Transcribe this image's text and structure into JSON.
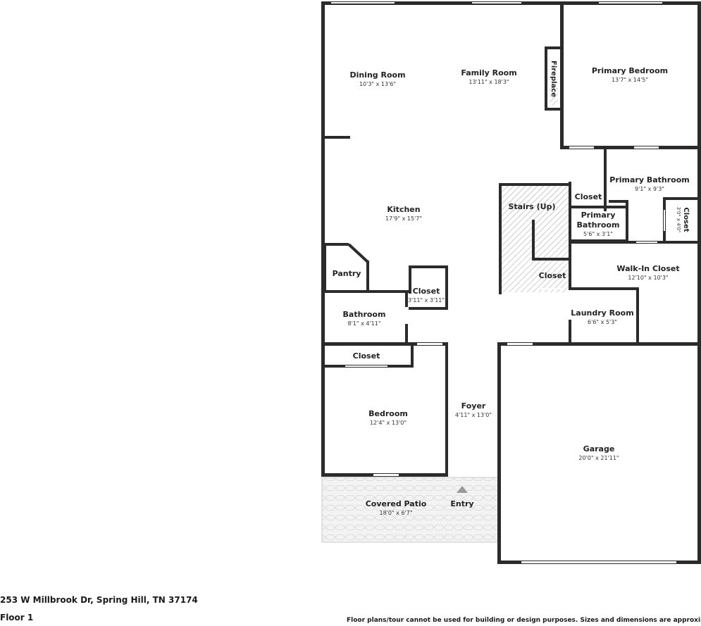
{
  "rooms": {
    "dining_room": {
      "name": "Dining Room",
      "dim": "10'3\" x 13'6\""
    },
    "family_room": {
      "name": "Family Room",
      "dim": "13'11\" x 18'3\""
    },
    "fireplace": {
      "name": "Fireplace"
    },
    "primary_bedroom": {
      "name": "Primary Bedroom",
      "dim": "13'7\" x 14'5\""
    },
    "primary_bathroom": {
      "name": "Primary Bathroom",
      "dim": "9'1\" x 9'3\""
    },
    "closet_top": {
      "name": "Closet"
    },
    "closet_right": {
      "name": "Closet",
      "dim": "3'0\" x 4'0\""
    },
    "primary_bathroom_small": {
      "name_line1": "Primary",
      "name_line2": "Bathroom",
      "dim": "5'6\" x 3'1\""
    },
    "stairs": {
      "name": "Stairs (Up)"
    },
    "closet_stairs": {
      "name": "Closet"
    },
    "walk_in_closet": {
      "name": "Walk-In Closet",
      "dim": "12'10\" x 10'3\""
    },
    "kitchen": {
      "name": "Kitchen",
      "dim": "17'9\" x 15'7\""
    },
    "pantry": {
      "name": "Pantry"
    },
    "closet_kitchen": {
      "name": "Closet",
      "dim": "3'11\" x 3'11\""
    },
    "bathroom": {
      "name": "Bathroom",
      "dim": "8'1\" x 4'11\""
    },
    "laundry_room": {
      "name": "Laundry Room",
      "dim": "6'6\" x 5'3\""
    },
    "closet_bedroom": {
      "name": "Closet"
    },
    "bedroom": {
      "name": "Bedroom",
      "dim": "12'4\" x 13'0\""
    },
    "foyer": {
      "name": "Foyer",
      "dim": "4'11\" x 13'0\""
    },
    "garage": {
      "name": "Garage",
      "dim": "20'0\" x 21'11\""
    },
    "covered_patio": {
      "name": "Covered Patio",
      "dim": "18'0\" x 6'7\""
    },
    "entry": {
      "name": "Entry"
    }
  },
  "footer": {
    "address": "253 W Millbrook Dr, Spring Hill, TN 37174",
    "floor": "Floor 1",
    "disclaimer": "Floor plans/tour cannot be used for building or design purposes. Sizes and dimensions are approximate."
  },
  "colors": {
    "wall": "#2b2b2b",
    "background": "#ffffff",
    "patio_fill": "#f1f1f1",
    "stairs_fill": "#eaeaea"
  }
}
